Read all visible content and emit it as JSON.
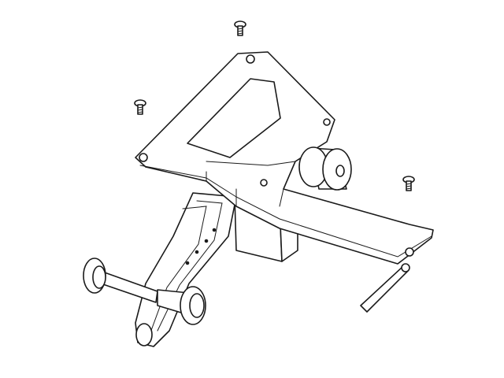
{
  "diagram": {
    "style": "black line-art exploded assembly drawing",
    "colors": {
      "line": "#1a1a1a",
      "background": "#ffffff"
    },
    "parts": [
      "screw",
      "screw",
      "screw",
      "mounting-plate",
      "motor",
      "support-arm",
      "wheel-axle",
      "rod"
    ]
  }
}
